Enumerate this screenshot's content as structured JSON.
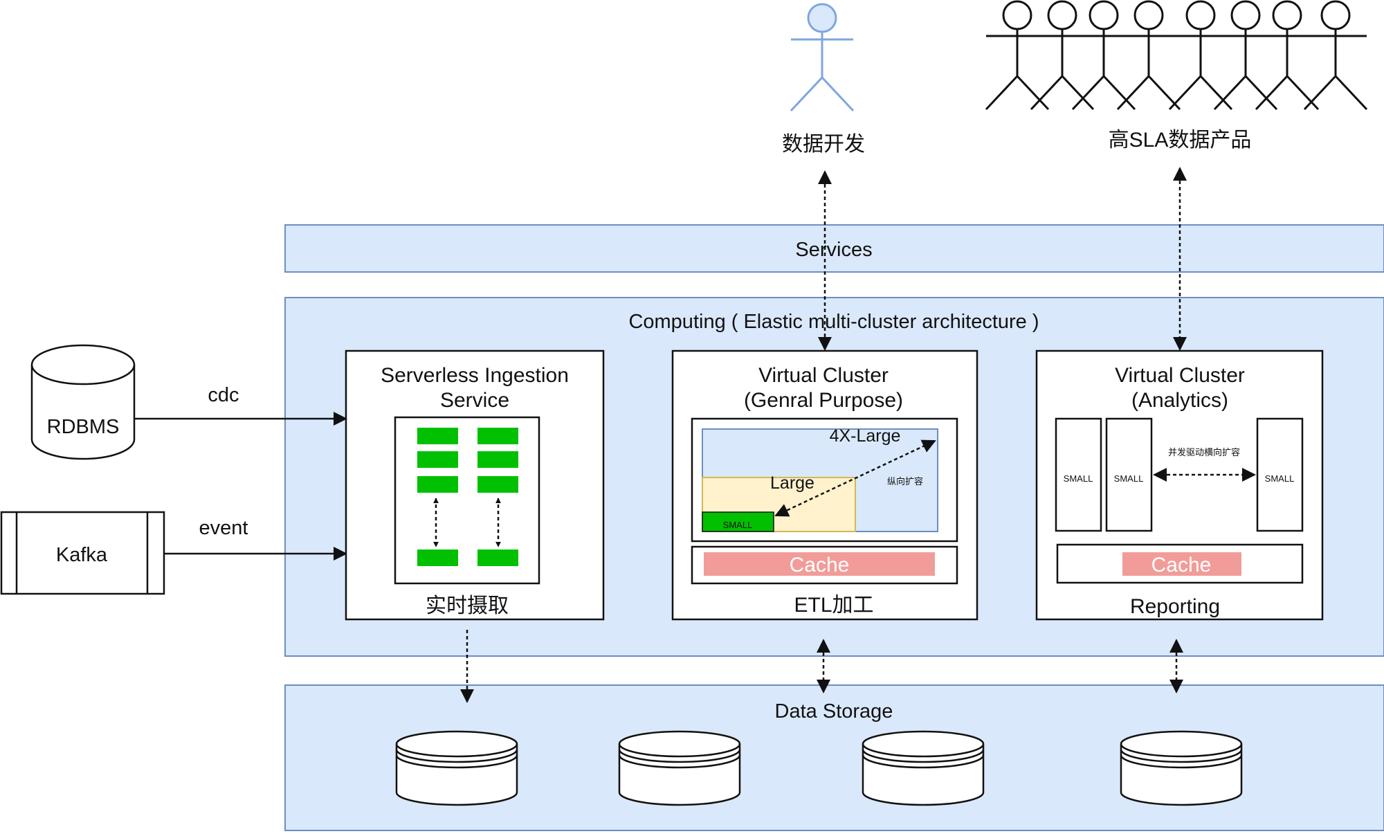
{
  "actors": {
    "developer_label": "数据开发",
    "sla_label": "高SLA数据产品"
  },
  "services": {
    "title": "Services"
  },
  "computing": {
    "title": "Computing ( Elastic multi-cluster architecture )",
    "ingestion": {
      "title_line1": "Serverless Ingestion",
      "title_line2": "Service",
      "footer": "实时摄取"
    },
    "general": {
      "title_line1": "Virtual Cluster",
      "title_line2": "(Genral Purpose)",
      "size_4x": "4X-Large",
      "size_large": "Large",
      "size_small": "SMALL",
      "scale_note": "纵向扩容",
      "cache": "Cache",
      "footer": "ETL加工"
    },
    "analytics": {
      "title_line1": "Virtual Cluster",
      "title_line2": "(Analytics)",
      "node1": "SMALL",
      "node2": "SMALL",
      "node3": "SMALL",
      "scale_note": "并发驱动横向扩容",
      "cache": "Cache",
      "footer": "Reporting"
    }
  },
  "sources": {
    "rdbms": "RDBMS",
    "kafka": "Kafka",
    "cdc_label": "cdc",
    "event_label": "event"
  },
  "storage": {
    "title": "Data Storage"
  },
  "colors": {
    "panel_fill": "#dae8fc",
    "panel_stroke": "#6c8ebf",
    "green": "#00c000",
    "cache": "#f19c99",
    "yellow": "#fff2cc",
    "actor_blue": "#7ea6e0"
  }
}
